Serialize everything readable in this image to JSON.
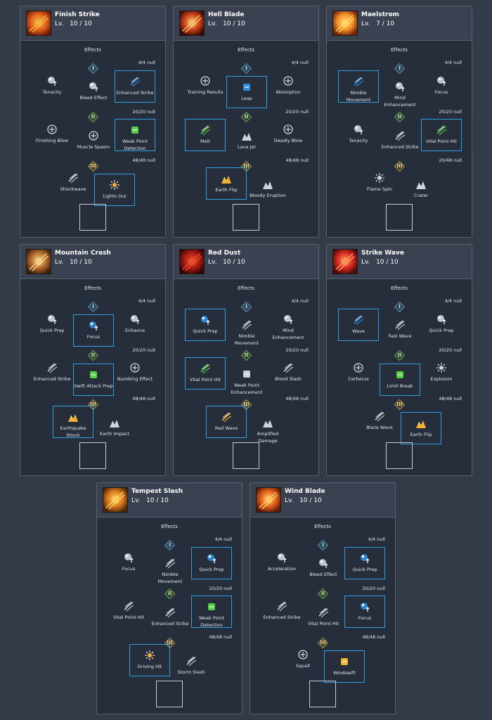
{
  "effects_title": "Effects",
  "colors": {
    "panel": "#262d3b",
    "header": "#3a4150",
    "border": "#59606e",
    "selected": "#2e9fe0",
    "tier1": "#5f8aa6",
    "tier2": "#6c9a56",
    "tier3": "#a89150"
  },
  "skills": [
    {
      "name": "Finish Strike",
      "level": "Lv.   10 / 10",
      "icon": "finish-strike-icon",
      "counts": [
        "4/4 null",
        "20/20 null",
        "48/48 null"
      ],
      "tiers": [
        [
          {
            "label": "Tenacity",
            "icon": "tenacity-icon",
            "selected": false
          },
          {
            "label": "Bleed Effect",
            "icon": "bleed-effect-icon",
            "selected": false
          },
          {
            "label": "Enhanced Strike",
            "icon": "enhanced-strike-icon",
            "selected": true
          }
        ],
        [
          {
            "label": "Finishing Blow",
            "icon": "finishing-blow-icon",
            "selected": false
          },
          {
            "label": "Muscle Spasm",
            "icon": "muscle-spasm-icon",
            "selected": false
          },
          {
            "label": "Weak Point Detection",
            "icon": "weak-point-detection-icon",
            "selected": true
          }
        ],
        [
          {
            "label": "Shockwave",
            "icon": "shockwave-icon",
            "selected": false
          },
          {
            "label": "Lights Out",
            "icon": "lights-out-icon",
            "selected": true
          }
        ]
      ]
    },
    {
      "name": "Hell Blade",
      "level": "Lv.   10 / 10",
      "icon": "hell-blade-icon",
      "counts": [
        "4/4 null",
        "20/20 null",
        "48/48 null"
      ],
      "tiers": [
        [
          {
            "label": "Training Results",
            "icon": "training-results-icon",
            "selected": false
          },
          {
            "label": "Leap",
            "icon": "leap-icon",
            "selected": true
          },
          {
            "label": "Absorption",
            "icon": "absorption-icon",
            "selected": false
          }
        ],
        [
          {
            "label": "Melt",
            "icon": "melt-icon",
            "selected": true
          },
          {
            "label": "Lava Jet",
            "icon": "lava-jet-icon",
            "selected": false
          },
          {
            "label": "Deadly Blow",
            "icon": "deadly-blow-icon",
            "selected": false
          }
        ],
        [
          {
            "label": "Earth Flip",
            "icon": "earth-flip-icon",
            "selected": true
          },
          {
            "label": "Bloody Eruption",
            "icon": "bloody-eruption-icon",
            "selected": false
          }
        ]
      ]
    },
    {
      "name": "Maelstrom",
      "level": "Lv.   7 / 10",
      "icon": "maelstrom-icon",
      "counts": [
        "4/4 null",
        "20/20 null",
        "20/48 null"
      ],
      "tiers": [
        [
          {
            "label": "Nimble Movement",
            "icon": "nimble-movement-icon",
            "selected": true
          },
          {
            "label": "Mind Enhancement",
            "icon": "mind-enhancement-icon",
            "selected": false
          },
          {
            "label": "Focus",
            "icon": "focus-icon",
            "selected": false
          }
        ],
        [
          {
            "label": "Tenacity",
            "icon": "tenacity-icon",
            "selected": false
          },
          {
            "label": "Enhanced Strike",
            "icon": "enhanced-strike-icon",
            "selected": false
          },
          {
            "label": "Vital Point Hit",
            "icon": "vital-point-hit-icon",
            "selected": true
          }
        ],
        [
          {
            "label": "Flame Spin",
            "icon": "flame-spin-icon",
            "selected": false
          },
          {
            "label": "Crater",
            "icon": "crater-icon",
            "selected": false
          }
        ]
      ]
    },
    {
      "name": "Mountain Crash",
      "level": "Lv.   10 / 10",
      "icon": "mountain-crash-icon",
      "counts": [
        "4/4 null",
        "20/20 null",
        "48/48 null"
      ],
      "tiers": [
        [
          {
            "label": "Quick Prep",
            "icon": "quick-prep-icon",
            "selected": false
          },
          {
            "label": "Focus",
            "icon": "focus-icon",
            "selected": true
          },
          {
            "label": "Enhance",
            "icon": "enhance-icon",
            "selected": false
          }
        ],
        [
          {
            "label": "Enhanced Strike",
            "icon": "enhanced-strike-icon",
            "selected": false
          },
          {
            "label": "Swift Attack Prep",
            "icon": "swift-attack-prep-icon",
            "selected": true
          },
          {
            "label": "Numbing Effect",
            "icon": "numbing-effect-icon",
            "selected": false
          }
        ],
        [
          {
            "label": "Earthquake Shock",
            "icon": "earthquake-shock-icon",
            "selected": true
          },
          {
            "label": "Earth Impact",
            "icon": "earth-impact-icon",
            "selected": false
          }
        ]
      ]
    },
    {
      "name": "Red Dust",
      "level": "Lv.   10 / 10",
      "icon": "red-dust-icon",
      "counts": [
        "4/4 null",
        "20/20 null",
        "48/48 null"
      ],
      "tiers": [
        [
          {
            "label": "Quick Prep",
            "icon": "quick-prep-icon",
            "selected": true
          },
          {
            "label": "Nimble Movement",
            "icon": "nimble-movement-icon",
            "selected": false
          },
          {
            "label": "Mind Enhancement",
            "icon": "mind-enhancement-icon",
            "selected": false
          }
        ],
        [
          {
            "label": "Vital Point Hit",
            "icon": "vital-point-hit-icon",
            "selected": true
          },
          {
            "label": "Weak Point Enhancement",
            "icon": "weak-point-enhancement-icon",
            "selected": false
          },
          {
            "label": "Blood Slash",
            "icon": "blood-slash-icon",
            "selected": false
          }
        ],
        [
          {
            "label": "Red Wave",
            "icon": "red-wave-icon",
            "selected": true
          },
          {
            "label": "Amplified Damage",
            "icon": "amplified-damage-icon",
            "selected": false
          }
        ]
      ]
    },
    {
      "name": "Strike Wave",
      "level": "Lv.   10 / 10",
      "icon": "strike-wave-icon",
      "counts": [
        "4/4 null",
        "20/20 null",
        "48/48 null"
      ],
      "tiers": [
        [
          {
            "label": "Wave",
            "icon": "wave-icon",
            "selected": true
          },
          {
            "label": "Fast Wave",
            "icon": "fast-wave-icon",
            "selected": false
          },
          {
            "label": "Quick Prep",
            "icon": "quick-prep-icon",
            "selected": false
          }
        ],
        [
          {
            "label": "Cerberus",
            "icon": "cerberus-icon",
            "selected": false
          },
          {
            "label": "Limit Break",
            "icon": "limit-break-icon",
            "selected": true
          },
          {
            "label": "Explosion",
            "icon": "explosion-icon",
            "selected": false
          }
        ],
        [
          {
            "label": "Blaze Wave",
            "icon": "blaze-wave-icon",
            "selected": false
          },
          {
            "label": "Earth Flip",
            "icon": "earth-flip-icon",
            "selected": true
          }
        ]
      ]
    },
    {
      "name": "Tempest Slash",
      "level": "Lv.   10 / 10",
      "icon": "tempest-slash-icon",
      "counts": [
        "4/4 null",
        "20/20 null",
        "48/48 null"
      ],
      "tiers": [
        [
          {
            "label": "Focus",
            "icon": "focus-icon",
            "selected": false
          },
          {
            "label": "Nimble Movement",
            "icon": "nimble-movement-icon",
            "selected": false
          },
          {
            "label": "Quick Prep",
            "icon": "quick-prep-icon",
            "selected": true
          }
        ],
        [
          {
            "label": "Vital Point Hit",
            "icon": "vital-point-hit-icon",
            "selected": false
          },
          {
            "label": "Enhanced Strike",
            "icon": "enhanced-strike-icon",
            "selected": false
          },
          {
            "label": "Weak Point Detection",
            "icon": "weak-point-detection-icon",
            "selected": true
          }
        ],
        [
          {
            "label": "Driving Hit",
            "icon": "driving-hit-icon",
            "selected": true
          },
          {
            "label": "Storm Slash",
            "icon": "storm-slash-icon",
            "selected": false
          }
        ]
      ]
    },
    {
      "name": "Wind Blade",
      "level": "Lv.   10 / 10",
      "icon": "wind-blade-icon",
      "counts": [
        "4/4 null",
        "20/20 null",
        "48/48 null"
      ],
      "tiers": [
        [
          {
            "label": "Acceleration",
            "icon": "acceleration-icon",
            "selected": false
          },
          {
            "label": "Bleed Effect",
            "icon": "bleed-effect-icon",
            "selected": false
          },
          {
            "label": "Quick Prep",
            "icon": "quick-prep-icon",
            "selected": true
          }
        ],
        [
          {
            "label": "Enhanced Strike",
            "icon": "enhanced-strike-icon",
            "selected": false
          },
          {
            "label": "Vital Point Hit",
            "icon": "vital-point-hit-icon",
            "selected": false
          },
          {
            "label": "Focus",
            "icon": "focus-icon",
            "selected": true
          }
        ],
        [
          {
            "label": "Squall",
            "icon": "squall-icon",
            "selected": false
          },
          {
            "label": "Windswift",
            "icon": "windswift-icon",
            "selected": true
          }
        ]
      ]
    }
  ]
}
